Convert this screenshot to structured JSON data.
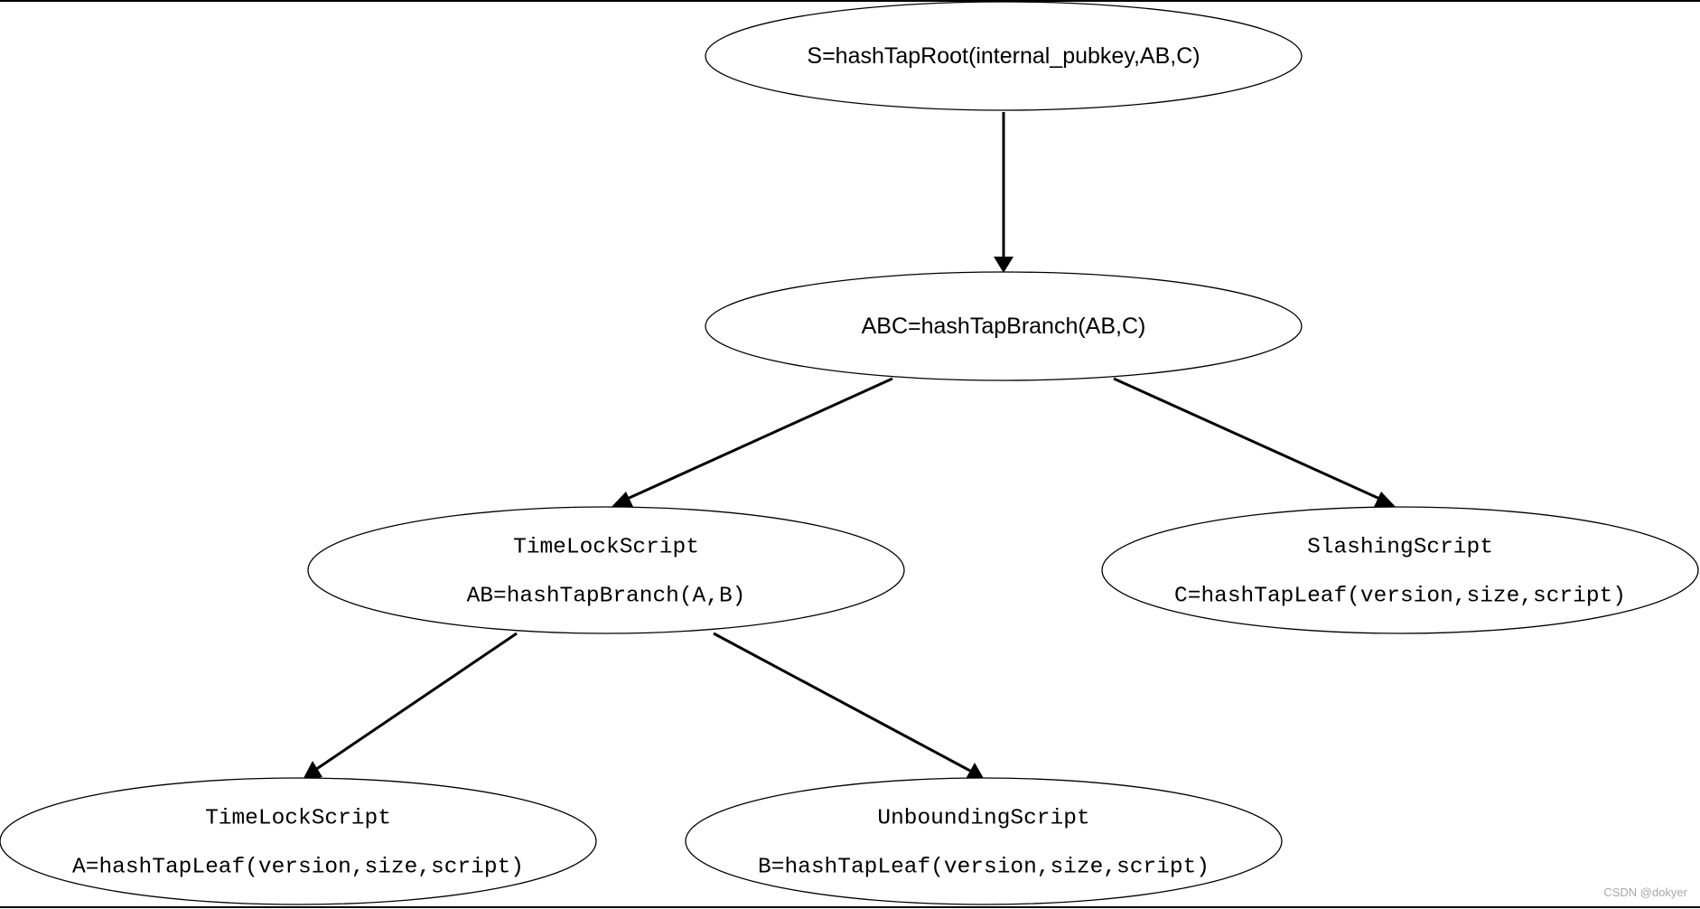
{
  "nodes": {
    "root": {
      "label": "S=hashTapRoot(internal_pubkey,AB,C)"
    },
    "abc": {
      "label": "ABC=hashTapBranch(AB,C)"
    },
    "ab": {
      "title": "TimeLockScript",
      "label": "AB=hashTapBranch(A,B)"
    },
    "c": {
      "title": "SlashingScript",
      "label": "C=hashTapLeaf(version,size,script)"
    },
    "a": {
      "title": "TimeLockScript",
      "label": "A=hashTapLeaf(version,size,script)"
    },
    "b": {
      "title": "UnboundingScript",
      "label": "B=hashTapLeaf(version,size,script)"
    }
  },
  "edges": [
    {
      "from": "root",
      "to": "abc"
    },
    {
      "from": "abc",
      "to": "ab"
    },
    {
      "from": "abc",
      "to": "c"
    },
    {
      "from": "ab",
      "to": "a"
    },
    {
      "from": "ab",
      "to": "b"
    }
  ],
  "watermark": "CSDN @dokyer",
  "colors": {
    "background": "#ffffff",
    "stroke": "#000000",
    "watermark": "#a8a8a8"
  }
}
